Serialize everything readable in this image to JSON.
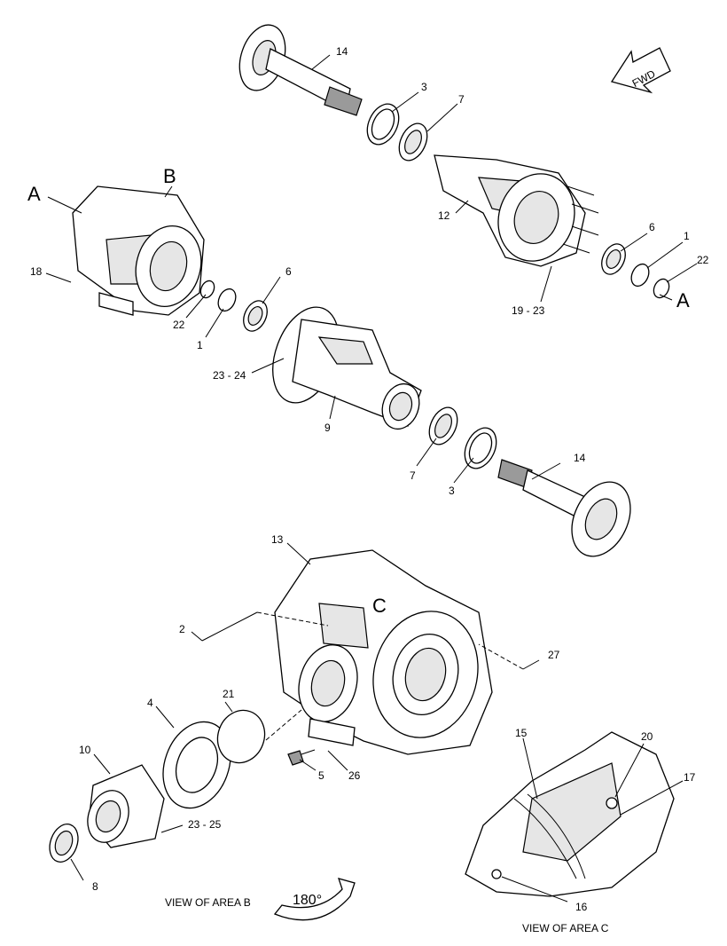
{
  "callouts": {
    "c14_top": "14",
    "c3_top": "3",
    "c7_top": "7",
    "c12": "12",
    "c6_right": "6",
    "c1_right": "1",
    "c22_right": "22",
    "c19_23": "19 - 23",
    "c18": "18",
    "c22_left": "22",
    "c1_left": "1",
    "c6_left": "6",
    "c23_24": "23 - 24",
    "c9": "9",
    "c7_bottom": "7",
    "c3_bottom": "3",
    "c14_bottom": "14",
    "c13": "13",
    "c2": "2",
    "c27": "27",
    "c21": "21",
    "c4": "4",
    "c10": "10",
    "c23_25": "23 - 25",
    "c8": "8",
    "c5": "5",
    "c26": "26",
    "c15": "15",
    "c20": "20",
    "c17": "17",
    "c16": "16"
  },
  "view_letters": {
    "a_left": "A",
    "b": "B",
    "a_right": "A",
    "c": "C"
  },
  "arrow_label": "FWD",
  "rotation_label": "180°",
  "captions": {
    "view_b": "VIEW OF AREA B",
    "view_c": "VIEW OF AREA C"
  }
}
